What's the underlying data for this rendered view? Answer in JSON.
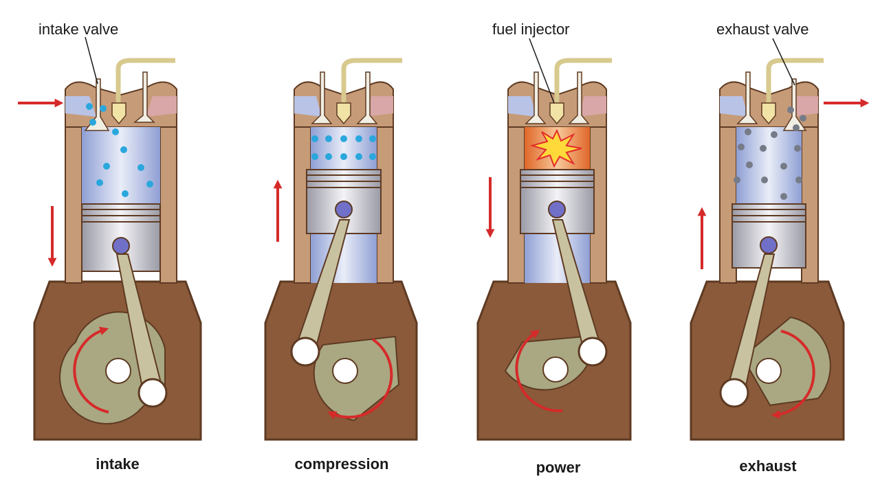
{
  "callouts": {
    "intake_valve": "intake valve",
    "fuel_injector": "fuel injector",
    "exhaust_valve": "exhaust valve"
  },
  "stages": [
    {
      "id": "intake",
      "label": "intake",
      "piston_motion": "down",
      "gas": "fresh-air"
    },
    {
      "id": "compression",
      "label": "compression",
      "piston_motion": "up",
      "gas": "compressed-air"
    },
    {
      "id": "power",
      "label": "power",
      "piston_motion": "down",
      "gas": "combustion"
    },
    {
      "id": "exhaust",
      "label": "exhaust",
      "piston_motion": "up",
      "gas": "exhaust-gas"
    }
  ],
  "colors": {
    "crankcase": "#8a5a3a",
    "crankcase_outline": "#5e3a22",
    "cylinder_wall": "#c69b78",
    "cylinder_gas": "#b8c3e6",
    "piston": "#d9d9de",
    "rod": "#c8c2a0",
    "crank": "#a9a882",
    "arrow": "#d62a2a",
    "air_dots": "#2aa7dc",
    "exhaust_dots": "#767b88",
    "combustion": "#ef8a3c"
  }
}
